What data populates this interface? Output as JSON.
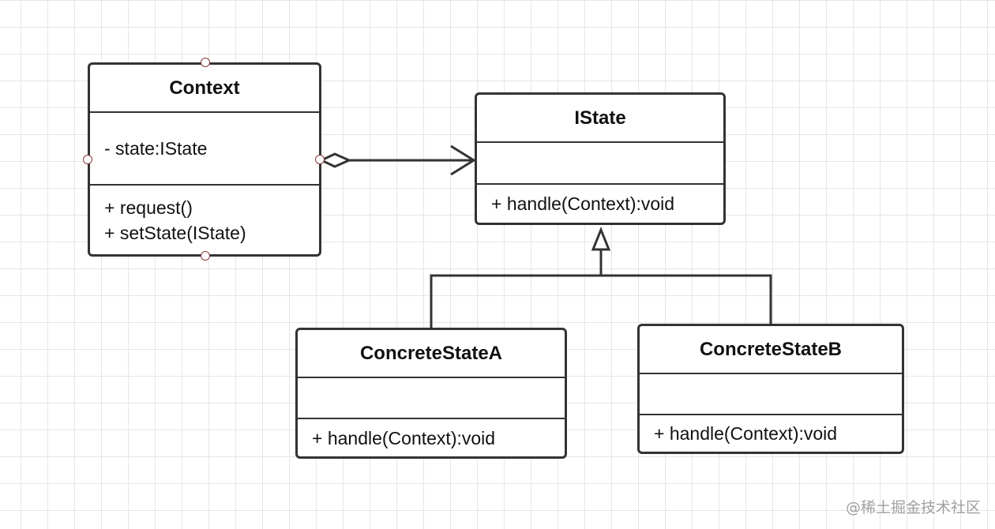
{
  "classes": {
    "context": {
      "name": "Context",
      "attributes": [
        "- state:IState"
      ],
      "operations": [
        "+ request()",
        "+ setState(IState)"
      ]
    },
    "istate": {
      "name": "IState",
      "attributes": [],
      "operations": [
        "+ handle(Context):void"
      ]
    },
    "concrete_a": {
      "name": "ConcreteStateA",
      "attributes": [],
      "operations": [
        "+ handle(Context):void"
      ]
    },
    "concrete_b": {
      "name": "ConcreteStateB",
      "attributes": [],
      "operations": [
        "+ handle(Context):void"
      ]
    }
  },
  "relationships": [
    {
      "type": "aggregation",
      "from": "Context",
      "to": "IState",
      "arrow": "open"
    },
    {
      "type": "generalization",
      "from": "ConcreteStateA",
      "to": "IState"
    },
    {
      "type": "generalization",
      "from": "ConcreteStateB",
      "to": "IState"
    }
  ],
  "colors": {
    "line": "#333333",
    "port": "#8a3a3a",
    "grid": "#e6e6e6",
    "watermark": "#a0a0a0"
  },
  "watermark": "@稀土掘金技术社区"
}
